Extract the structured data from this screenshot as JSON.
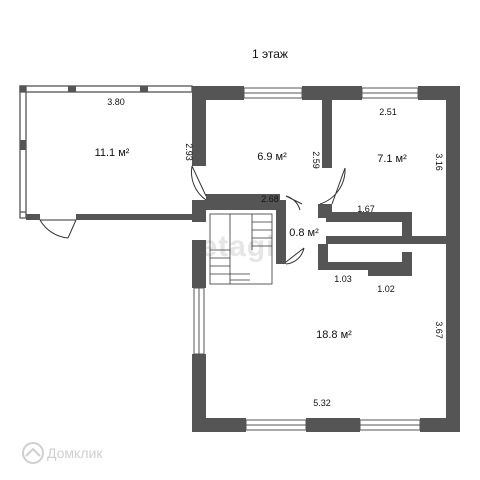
{
  "plan": {
    "title": "1 этаж",
    "watermark": "etagi",
    "logo_text": "Домклик"
  },
  "rooms": [
    {
      "area": "11.1 м²"
    },
    {
      "area": "6.9 м²"
    },
    {
      "area": "7.1 м²"
    },
    {
      "area": "0.8 м²"
    },
    {
      "area": "18.8 м²"
    }
  ],
  "dimensions": {
    "d380": "3.80",
    "d293": "2.93",
    "d259": "2.59",
    "d251": "2.51",
    "d316": "3.16",
    "d268": "2.68",
    "d167": "1.67",
    "d103": "1.03",
    "d102": "1.02",
    "d367": "3.67",
    "d532": "5.32"
  },
  "colors": {
    "wall": "#555555",
    "window": "#ffffff",
    "line": "#333333"
  }
}
